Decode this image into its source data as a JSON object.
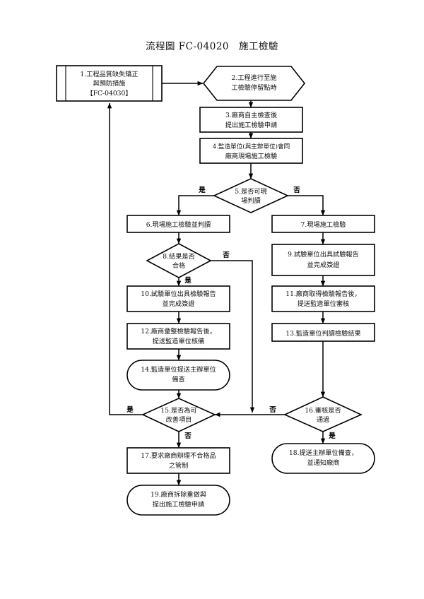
{
  "document": {
    "title": "流程圖 FC-04020　施工檢驗",
    "title_plain": "流程圖 FC-04020 施工檢驗"
  },
  "flowchart": {
    "type": "flowchart",
    "direction": "top-to-bottom",
    "nodes": [
      {
        "id": "n1",
        "num": "1",
        "shape": "predefined-process",
        "lines": [
          "1.工程品質缺失矯正",
          "與預防措施",
          "【FC-04030】"
        ]
      },
      {
        "id": "n2",
        "num": "2",
        "shape": "hexagon",
        "lines": [
          "2.工程進行至施",
          "工檢驗停留點時"
        ]
      },
      {
        "id": "n3",
        "num": "3",
        "shape": "process",
        "lines": [
          "3.廠商自主檢查後",
          "提出施工檢驗申請"
        ]
      },
      {
        "id": "n4",
        "num": "4",
        "shape": "process",
        "lines": [
          "4.監造單位(與主辦單位)會同",
          "廠商現場施工檢驗"
        ]
      },
      {
        "id": "n5",
        "num": "5",
        "shape": "decision",
        "lines": [
          "5.是否可現",
          "場判讀"
        ]
      },
      {
        "id": "n6",
        "num": "6",
        "shape": "process",
        "lines": [
          "6.現場施工檢驗並判讀"
        ]
      },
      {
        "id": "n7",
        "num": "7",
        "shape": "process",
        "lines": [
          "7.現場施工檢驗"
        ]
      },
      {
        "id": "n8",
        "num": "8",
        "shape": "decision",
        "lines": [
          "8.結果是否",
          "合格"
        ]
      },
      {
        "id": "n9",
        "num": "9",
        "shape": "process",
        "lines": [
          "9.試驗單位出具試驗報告",
          "並完成簽證"
        ]
      },
      {
        "id": "n10",
        "num": "10",
        "shape": "process",
        "lines": [
          "10.試驗單位出具檢驗報告",
          "並完成簽證"
        ]
      },
      {
        "id": "n11",
        "num": "11",
        "shape": "process",
        "lines": [
          "11.廠商取得檢驗報告後，",
          "提送監造單位審核"
        ]
      },
      {
        "id": "n12",
        "num": "12",
        "shape": "process",
        "lines": [
          "12.廠商彙整檢驗報告後，",
          "提送監造單位核備"
        ]
      },
      {
        "id": "n13",
        "num": "13",
        "shape": "process",
        "lines": [
          "13.監造單位判讀檢驗結果"
        ]
      },
      {
        "id": "n14",
        "num": "14",
        "shape": "terminator",
        "lines": [
          "14.監造單位提送主辦單位",
          "備查"
        ]
      },
      {
        "id": "n15",
        "num": "15",
        "shape": "decision",
        "lines": [
          "15.是否為可",
          "改善項目"
        ]
      },
      {
        "id": "n16",
        "num": "16",
        "shape": "decision",
        "lines": [
          "16.審核是否",
          "通過"
        ]
      },
      {
        "id": "n17",
        "num": "17",
        "shape": "process",
        "lines": [
          "17.要求廠商辦理不合格品",
          "之管制"
        ]
      },
      {
        "id": "n18",
        "num": "18",
        "shape": "terminator",
        "lines": [
          "18.提送主辦單位備查，",
          "並通知廠商"
        ]
      },
      {
        "id": "n19",
        "num": "19",
        "shape": "terminator",
        "lines": [
          "19.廠商拆除重做與",
          "提出施工檢驗申請"
        ]
      }
    ],
    "branch_labels": {
      "d5_left": "是",
      "d5_right": "否",
      "d8_down": "是",
      "d8_right": "否",
      "d15_left": "是",
      "d15_down": "否",
      "d16_left": "否",
      "d16_down": "是"
    },
    "edges": [
      {
        "from": "n1",
        "to": "n2",
        "label": ""
      },
      {
        "from": "n2",
        "to": "n3",
        "label": ""
      },
      {
        "from": "n3",
        "to": "n4",
        "label": ""
      },
      {
        "from": "n4",
        "to": "n5",
        "label": ""
      },
      {
        "from": "n5",
        "to": "n6",
        "label": "是"
      },
      {
        "from": "n5",
        "to": "n7",
        "label": "否"
      },
      {
        "from": "n6",
        "to": "n8",
        "label": ""
      },
      {
        "from": "n7",
        "to": "n9",
        "label": ""
      },
      {
        "from": "n8",
        "to": "n10",
        "label": "是"
      },
      {
        "from": "n8",
        "to": "n15",
        "label": "否"
      },
      {
        "from": "n9",
        "to": "n11",
        "label": ""
      },
      {
        "from": "n10",
        "to": "n12",
        "label": ""
      },
      {
        "from": "n11",
        "to": "n13",
        "label": ""
      },
      {
        "from": "n12",
        "to": "n14",
        "label": ""
      },
      {
        "from": "n13",
        "to": "n16",
        "label": ""
      },
      {
        "from": "n15",
        "to": "n1",
        "label": "是"
      },
      {
        "from": "n15",
        "to": "n17",
        "label": "否"
      },
      {
        "from": "n16",
        "to": "n15",
        "label": "否"
      },
      {
        "from": "n16",
        "to": "n18",
        "label": "是"
      },
      {
        "from": "n17",
        "to": "n19",
        "label": ""
      }
    ]
  },
  "colors": {
    "background": "#ffffff",
    "stroke": "#000000",
    "text": "#111111"
  }
}
